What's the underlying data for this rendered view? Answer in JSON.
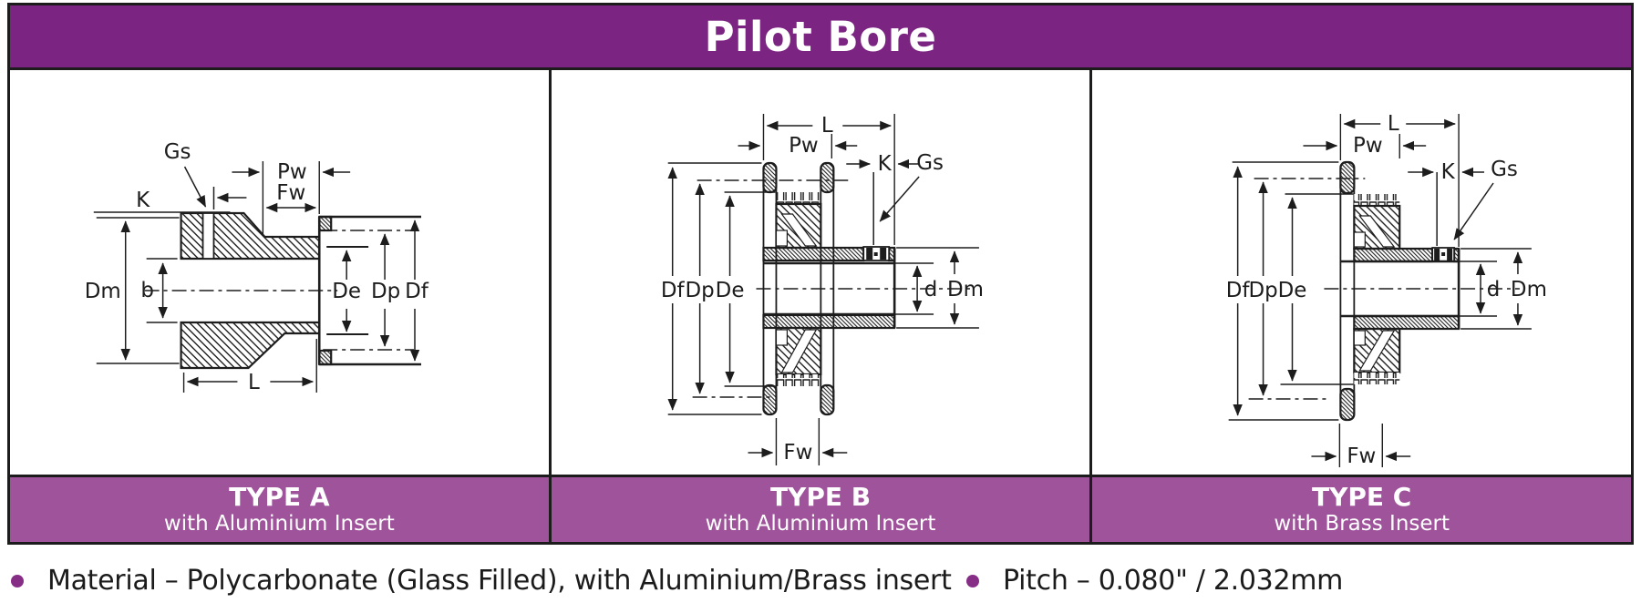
{
  "header": {
    "title": "Pilot Bore"
  },
  "colors": {
    "header_purple": "#7c2482",
    "band_purple": "#9e539b",
    "bullet_purple": "#862d86",
    "ink": "#1d1d1d"
  },
  "diagrams": {
    "type_a": {
      "caption_title": "TYPE A",
      "caption_subtitle": "with Aluminium Insert",
      "labels": {
        "gs": "Gs",
        "k": "K",
        "pw": "Pw",
        "fw": "Fw",
        "dm": "Dm",
        "b": "b",
        "de": "De",
        "dp": "Dp",
        "df": "Df",
        "l": "L"
      }
    },
    "type_b": {
      "caption_title": "TYPE B",
      "caption_subtitle": "with Aluminium Insert",
      "labels": {
        "l": "L",
        "pw": "Pw",
        "k": "K",
        "gs": "Gs",
        "df": "Df",
        "dp": "Dp",
        "de": "De",
        "d": "d",
        "dm": "Dm",
        "fw": "Fw"
      }
    },
    "type_c": {
      "caption_title": "TYPE C",
      "caption_subtitle": "with Brass Insert",
      "labels": {
        "l": "L",
        "pw": "Pw",
        "k": "K",
        "gs": "Gs",
        "df": "Df",
        "dp": "Dp",
        "de": "De",
        "d": "d",
        "dm": "Dm",
        "fw": "Fw"
      }
    }
  },
  "footnotes": [
    {
      "text": "Material – Polycarbonate (Glass Filled), with Aluminium/Brass insert"
    },
    {
      "text": "Pitch – 0.080\" / 2.032mm"
    }
  ]
}
